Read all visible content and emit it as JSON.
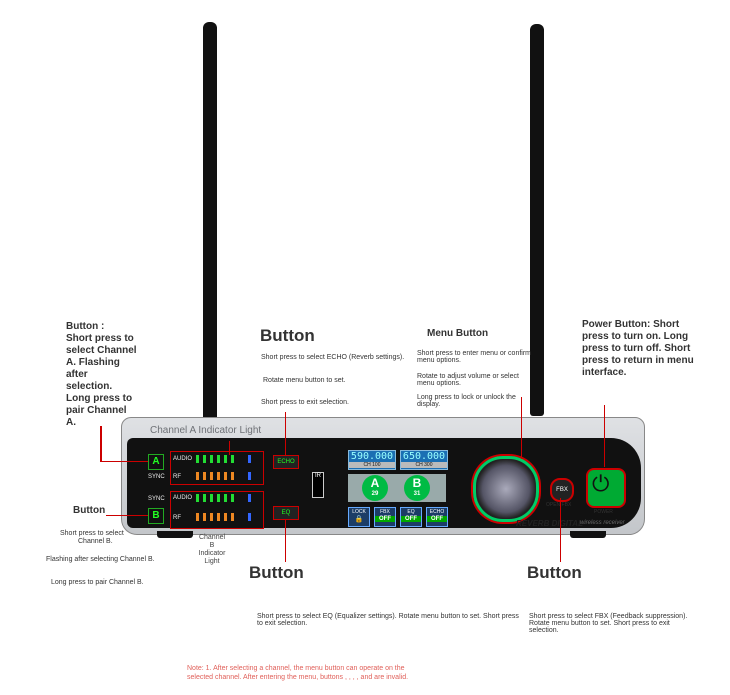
{
  "left_annotation": {
    "title": "Button :",
    "lines": [
      "Short press to",
      "select Channel",
      "A. Flashing",
      "after",
      "selection.",
      "Long press to",
      "pair Channel",
      "A."
    ]
  },
  "channel_a_indicator": "Channel A Indicator Light",
  "echo_button": {
    "heading": "Button",
    "line1": "Short press to select ECHO (Reverb settings).",
    "line2": "Rotate menu button to set.",
    "line3": "Short press to exit selection."
  },
  "menu_button": {
    "heading": "Menu Button",
    "line1": "Short press to enter menu or confirm menu options.",
    "line2": "Rotate to adjust volume or select menu options.",
    "line3": "Long press to lock or unlock the display."
  },
  "power_button": {
    "lines": [
      "Power Button: Short",
      "press to turn on. Long",
      "press to turn off. Short",
      "press to return in menu",
      "interface."
    ]
  },
  "b_button": {
    "heading": "Button",
    "line1": "Short press to select",
    "line1b": "Channel B.",
    "line2": "Flashing after selecting Channel B.",
    "line3": "Long press to pair Channel B."
  },
  "channel_b_indicator": [
    "Channel B",
    "Indicator",
    "Light"
  ],
  "eq_button": {
    "heading": "Button",
    "desc": "Short press to select EQ (Equalizer settings). Rotate menu button to set. Short press to exit selection."
  },
  "fbx_button": {
    "heading": "Button",
    "desc": "Short press to select FBX (Feedback suppression). Rotate menu button to set. Short press to exit selection."
  },
  "note": {
    "line1": "Note: 1. After selecting a channel, the menu button  can operate on the",
    "line2": "selected channel. After entering the menu, buttons , , , , and  are invalid."
  },
  "device": {
    "ch_a": "A",
    "ch_b": "B",
    "sync": "SYNC",
    "audio": "AUDIO",
    "rf": "RF",
    "echo": "ECHO",
    "eq": "EQ",
    "ir": "IR",
    "freq_a": "590.000",
    "ch_a_num": "CH 100",
    "freq_b": "650.000",
    "ch_b_num": "CH 300",
    "vol_a": "29",
    "vol_b": "31",
    "chips": [
      {
        "top": "LOCK",
        "bottom": ""
      },
      {
        "top": "FBX",
        "bottom": "OFF"
      },
      {
        "top": "EQ",
        "bottom": "OFF"
      },
      {
        "top": "ECHO",
        "bottom": "OFF"
      }
    ],
    "brand": "REVERB DIGITAL",
    "brand_sub": "wireless receiver",
    "fbx": "FBX",
    "open_fbx": "OPEN FBX",
    "power": "POWER"
  },
  "colors": {
    "accent_red": "#cc0000",
    "note_red": "#e0605a",
    "led_green": "#22dd33"
  }
}
